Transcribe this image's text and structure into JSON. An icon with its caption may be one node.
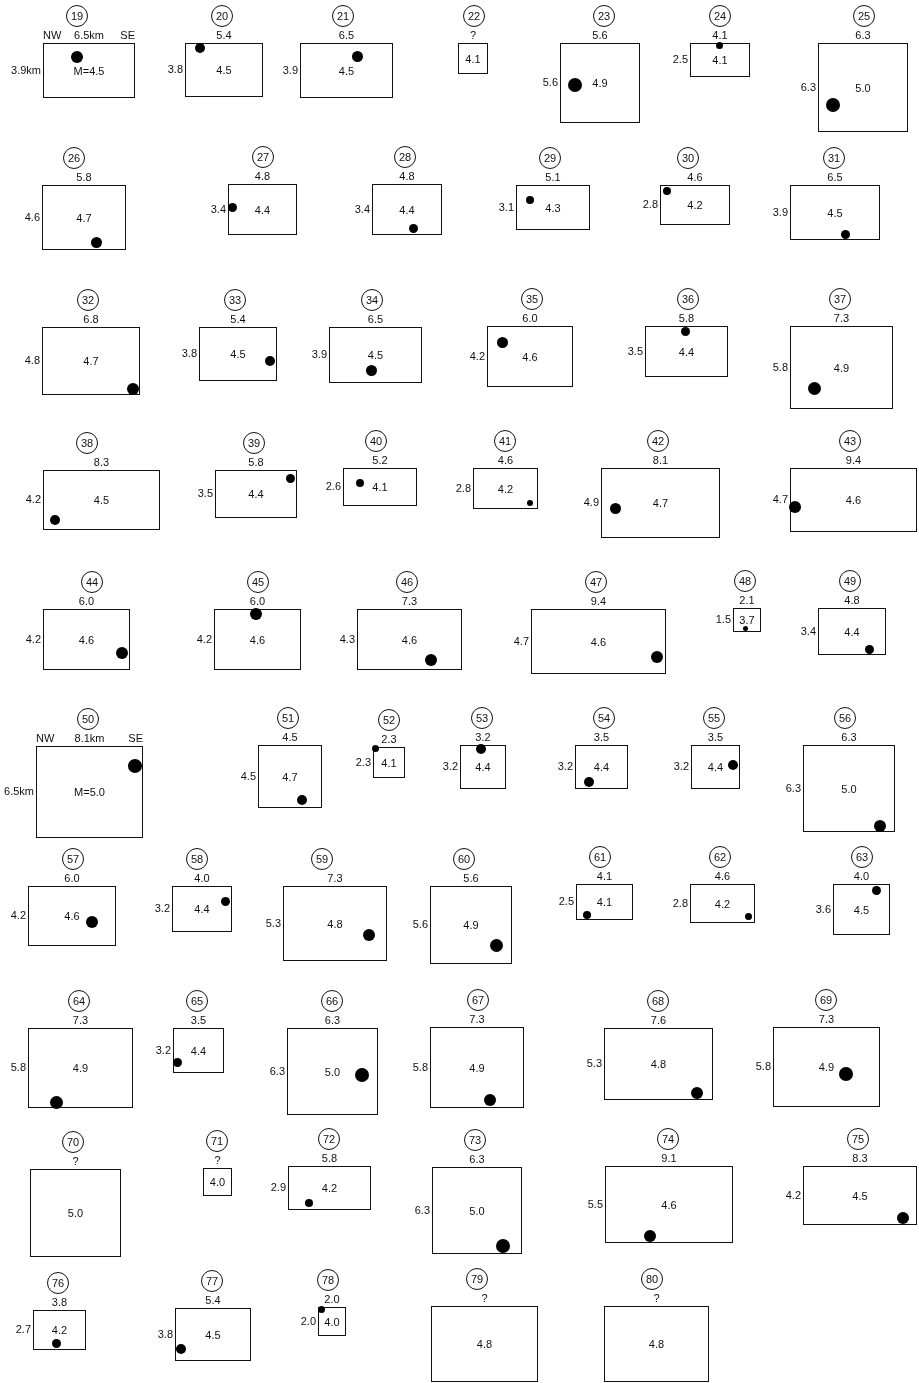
{
  "diagram": {
    "nodes": [
      {
        "text": [
          "19"
        ]
      },
      {
        "text": [
          "M=4.5"
        ],
        "beside": [
          "NW",
          "6.5km",
          "SE",
          "3.9km"
        ]
      },
      {
        "text": [
          "20"
        ]
      },
      {
        "text": [
          "4.5"
        ],
        "beside": [
          "5.4",
          "3.8"
        ]
      },
      {
        "text": [
          "21"
        ]
      },
      {
        "text": [
          "4.5"
        ],
        "beside": [
          "6.5",
          "3.9"
        ]
      },
      {
        "text": [
          "22"
        ]
      },
      {
        "text": [
          "4.1"
        ],
        "beside": [
          "?"
        ]
      },
      {
        "text": [
          "23"
        ]
      },
      {
        "text": [
          "4.9"
        ],
        "beside": [
          "5.6",
          "5.6"
        ]
      },
      {
        "text": [
          "24"
        ]
      },
      {
        "text": [
          "4.1"
        ],
        "beside": [
          "4.1",
          "2.5"
        ]
      },
      {
        "text": [
          "25"
        ]
      },
      {
        "text": [
          "5.0"
        ],
        "beside": [
          "6.3",
          "6.3"
        ]
      },
      {
        "text": [
          "26"
        ]
      },
      {
        "text": [
          "4.7"
        ],
        "beside": [
          "5.8",
          "4.6"
        ]
      },
      {
        "text": [
          "27"
        ]
      },
      {
        "text": [
          "4.4"
        ],
        "beside": [
          "4.8",
          "3.4"
        ]
      },
      {
        "text": [
          "28"
        ]
      },
      {
        "text": [
          "4.4"
        ],
        "beside": [
          "4.8",
          "3.4"
        ]
      },
      {
        "text": [
          "29"
        ]
      },
      {
        "text": [
          "4.3"
        ],
        "beside": [
          "5.1",
          "3.1"
        ]
      },
      {
        "text": [
          "30"
        ]
      },
      {
        "text": [
          "4.2"
        ],
        "beside": [
          "4.6",
          "2.8"
        ]
      },
      {
        "text": [
          "31"
        ]
      },
      {
        "text": [
          "4.5"
        ],
        "beside": [
          "6.5",
          "3.9"
        ]
      },
      {
        "text": [
          "32"
        ]
      },
      {
        "text": [
          "4.7"
        ],
        "beside": [
          "6.8",
          "4.8"
        ]
      },
      {
        "text": [
          "33"
        ]
      },
      {
        "text": [
          "4.5"
        ],
        "beside": [
          "5.4",
          "3.8"
        ]
      },
      {
        "text": [
          "34"
        ]
      },
      {
        "text": [
          "4.5"
        ],
        "beside": [
          "6.5",
          "3.9"
        ]
      },
      {
        "text": [
          "35"
        ]
      },
      {
        "text": [
          "4.6"
        ],
        "beside": [
          "6.0",
          "4.2"
        ]
      },
      {
        "text": [
          "36"
        ]
      },
      {
        "text": [
          "4.4"
        ],
        "beside": [
          "5.8",
          "3.5"
        ]
      },
      {
        "text": [
          "37"
        ]
      },
      {
        "text": [
          "4.9"
        ],
        "beside": [
          "7.3",
          "5.8"
        ]
      },
      {
        "text": [
          "38"
        ]
      },
      {
        "text": [
          "4.5"
        ],
        "beside": [
          "8.3",
          "4.2"
        ]
      },
      {
        "text": [
          "39"
        ]
      },
      {
        "text": [
          "4.4"
        ],
        "beside": [
          "5.8",
          "3.5"
        ]
      },
      {
        "text": [
          "40"
        ]
      },
      {
        "text": [
          "4.1"
        ],
        "beside": [
          "5.2",
          "2.6"
        ]
      },
      {
        "text": [
          "41"
        ]
      },
      {
        "text": [
          "4.2"
        ],
        "beside": [
          "4.6",
          "2.8"
        ]
      },
      {
        "text": [
          "42"
        ]
      },
      {
        "text": [
          "4.7"
        ],
        "beside": [
          "8.1",
          "4.9"
        ]
      },
      {
        "text": [
          "43"
        ]
      },
      {
        "text": [
          "4.6"
        ],
        "beside": [
          "9.4",
          "4.7"
        ]
      },
      {
        "text": [
          "44"
        ]
      },
      {
        "text": [
          "4.6"
        ],
        "beside": [
          "6.0",
          "4.2"
        ]
      },
      {
        "text": [
          "45"
        ]
      },
      {
        "text": [
          "4.6"
        ],
        "beside": [
          "6.0",
          "4.2"
        ]
      },
      {
        "text": [
          "46"
        ]
      },
      {
        "text": [
          "4.6"
        ],
        "beside": [
          "7.3",
          "4.3"
        ]
      },
      {
        "text": [
          "47"
        ]
      },
      {
        "text": [
          "4.6"
        ],
        "beside": [
          "9.4",
          "4.7"
        ]
      },
      {
        "text": [
          "48"
        ]
      },
      {
        "text": [
          "3.7"
        ],
        "beside": [
          "2.1",
          "1.5"
        ]
      },
      {
        "text": [
          "49"
        ]
      },
      {
        "text": [
          "4.4"
        ],
        "beside": [
          "4.8",
          "3.4"
        ]
      },
      {
        "text": [
          "50"
        ]
      },
      {
        "text": [
          "M=5.0"
        ],
        "beside": [
          "NW",
          "8.1km",
          "SE",
          "6.5km"
        ]
      },
      {
        "text": [
          "51"
        ]
      },
      {
        "text": [
          "4.7"
        ],
        "beside": [
          "4.5",
          "4.5"
        ]
      },
      {
        "text": [
          "52"
        ]
      },
      {
        "text": [
          "4.1"
        ],
        "beside": [
          "2.3",
          "2.3"
        ]
      },
      {
        "text": [
          "53"
        ]
      },
      {
        "text": [
          "4.4"
        ],
        "beside": [
          "3.2",
          "3.2"
        ]
      },
      {
        "text": [
          "54"
        ]
      },
      {
        "text": [
          "4.4"
        ],
        "beside": [
          "3.5",
          "3.2"
        ]
      },
      {
        "text": [
          "55"
        ]
      },
      {
        "text": [
          "4.4"
        ],
        "beside": [
          "3.5",
          "3.2"
        ]
      },
      {
        "text": [
          "56"
        ]
      },
      {
        "text": [
          "5.0"
        ],
        "beside": [
          "6.3",
          "6.3"
        ]
      },
      {
        "text": [
          "57"
        ]
      },
      {
        "text": [
          "4.6"
        ],
        "beside": [
          "6.0",
          "4.2"
        ]
      },
      {
        "text": [
          "58"
        ]
      },
      {
        "text": [
          "4.4"
        ],
        "beside": [
          "4.0",
          "3.2"
        ]
      },
      {
        "text": [
          "59"
        ]
      },
      {
        "text": [
          "4.8"
        ],
        "beside": [
          "7.3",
          "5.3"
        ]
      },
      {
        "text": [
          "60"
        ]
      },
      {
        "text": [
          "4.9"
        ],
        "beside": [
          "5.6",
          "5.6"
        ]
      },
      {
        "text": [
          "61"
        ]
      },
      {
        "text": [
          "4.1"
        ],
        "beside": [
          "4.1",
          "2.5"
        ]
      },
      {
        "text": [
          "62"
        ]
      },
      {
        "text": [
          "4.2"
        ],
        "beside": [
          "4.6",
          "2.8"
        ]
      },
      {
        "text": [
          "63"
        ]
      },
      {
        "text": [
          "4.5"
        ],
        "beside": [
          "4.0",
          "3.6"
        ]
      },
      {
        "text": [
          "64"
        ]
      },
      {
        "text": [
          "4.9"
        ],
        "beside": [
          "7.3",
          "5.8"
        ]
      },
      {
        "text": [
          "65"
        ]
      },
      {
        "text": [
          "4.4"
        ],
        "beside": [
          "3.5",
          "3.2"
        ]
      },
      {
        "text": [
          "66"
        ]
      },
      {
        "text": [
          "5.0"
        ],
        "beside": [
          "6.3",
          "6.3"
        ]
      },
      {
        "text": [
          "67"
        ]
      },
      {
        "text": [
          "4.9"
        ],
        "beside": [
          "7.3",
          "5.8"
        ]
      },
      {
        "text": [
          "68"
        ]
      },
      {
        "text": [
          "4.8"
        ],
        "beside": [
          "7.6",
          "5.3"
        ]
      },
      {
        "text": [
          "69"
        ]
      },
      {
        "text": [
          "4.9"
        ],
        "beside": [
          "7.3",
          "5.8"
        ]
      },
      {
        "text": [
          "70"
        ]
      },
      {
        "text": [
          "5.0"
        ],
        "beside": [
          "?"
        ]
      },
      {
        "text": [
          "71"
        ]
      },
      {
        "text": [
          "4.0"
        ],
        "beside": [
          "?"
        ]
      },
      {
        "text": [
          "72"
        ]
      },
      {
        "text": [
          "4.2"
        ],
        "beside": [
          "5.8",
          "2.9"
        ]
      },
      {
        "text": [
          "73"
        ]
      },
      {
        "text": [
          "5.0"
        ],
        "beside": [
          "6.3",
          "6.3"
        ]
      },
      {
        "text": [
          "74"
        ]
      },
      {
        "text": [
          "4.6"
        ],
        "beside": [
          "9.1",
          "5.5"
        ]
      },
      {
        "text": [
          "75"
        ]
      },
      {
        "text": [
          "4.5"
        ],
        "beside": [
          "8.3",
          "4.2"
        ]
      },
      {
        "text": [
          "76"
        ]
      },
      {
        "text": [
          "4.2"
        ],
        "beside": [
          "3.8",
          "2.7"
        ]
      },
      {
        "text": [
          "77"
        ]
      },
      {
        "text": [
          "4.5"
        ],
        "beside": [
          "5.4",
          "3.8"
        ]
      },
      {
        "text": [
          "78"
        ]
      },
      {
        "text": [
          "4.0"
        ],
        "beside": [
          "2.0",
          "2.0"
        ]
      },
      {
        "text": [
          "79"
        ]
      },
      {
        "text": [
          "4.8"
        ],
        "beside": [
          "?"
        ]
      },
      {
        "text": [
          "80"
        ]
      },
      {
        "text": [
          "4.8"
        ],
        "beside": [
          "?"
        ]
      }
    ]
  }
}
